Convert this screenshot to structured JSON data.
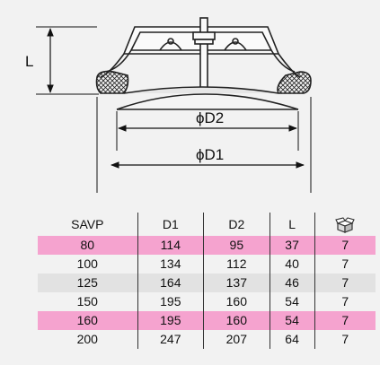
{
  "drawing": {
    "label_L": "L",
    "label_D2": "ϕD2",
    "label_D1": "ϕD1"
  },
  "table": {
    "headers": [
      "SAVP",
      "D1",
      "D2",
      "L"
    ],
    "box_icon": "box-icon",
    "rows": [
      {
        "savp": "80",
        "d1": "114",
        "d2": "95",
        "l": "37",
        "qty": "7",
        "style": "pink"
      },
      {
        "savp": "100",
        "d1": "134",
        "d2": "112",
        "l": "40",
        "qty": "7",
        "style": "plain"
      },
      {
        "savp": "125",
        "d1": "164",
        "d2": "137",
        "l": "46",
        "qty": "7",
        "style": "gray"
      },
      {
        "savp": "150",
        "d1": "195",
        "d2": "160",
        "l": "54",
        "qty": "7",
        "style": "plain"
      },
      {
        "savp": "160",
        "d1": "195",
        "d2": "160",
        "l": "54",
        "qty": "7",
        "style": "pink"
      },
      {
        "savp": "200",
        "d1": "247",
        "d2": "207",
        "l": "64",
        "qty": "7",
        "style": "plain"
      }
    ]
  }
}
